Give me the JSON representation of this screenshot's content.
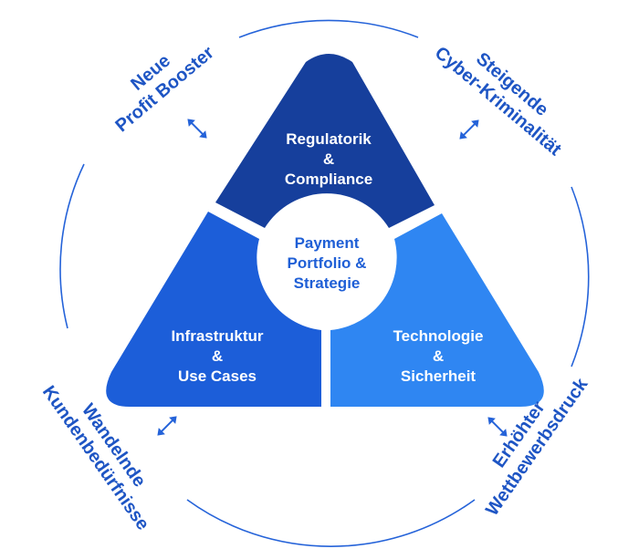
{
  "colors": {
    "top_segment": "#163f9c",
    "left_segment": "#1c5ed9",
    "right_segment": "#2f86f2",
    "center_circle": "#ffffff",
    "center_text": "#1f5fd6",
    "outer_text": "#1e55c4",
    "ring": "#2563d9"
  },
  "segments": {
    "top": {
      "line1": "Regulatorik",
      "line2": "&",
      "line3": "Compliance"
    },
    "left": {
      "line1": "Infrastruktur",
      "line2": "&",
      "line3": "Use Cases"
    },
    "right": {
      "line1": "Technologie",
      "line2": "&",
      "line3": "Sicherheit"
    }
  },
  "center": {
    "line1": "Payment",
    "line2": "Portfolio &",
    "line3": "Strategie"
  },
  "drivers": {
    "top_left": {
      "line1": "Neue",
      "line2": "Profit Booster"
    },
    "top_right": {
      "line1": "Steigende",
      "line2": "Cyber-Kriminalität"
    },
    "bottom_left": {
      "line1": "Wandelnde",
      "line2": "Kundenbedürfnisse"
    },
    "bottom_right": {
      "line1": "Erhöhter",
      "line2": "Wettbewerbsdruck"
    }
  },
  "icons": {
    "arrow_top_left": "double-arrow-icon",
    "arrow_top_right": "double-arrow-icon",
    "arrow_bottom_left": "double-arrow-icon",
    "arrow_bottom_right": "double-arrow-icon"
  }
}
